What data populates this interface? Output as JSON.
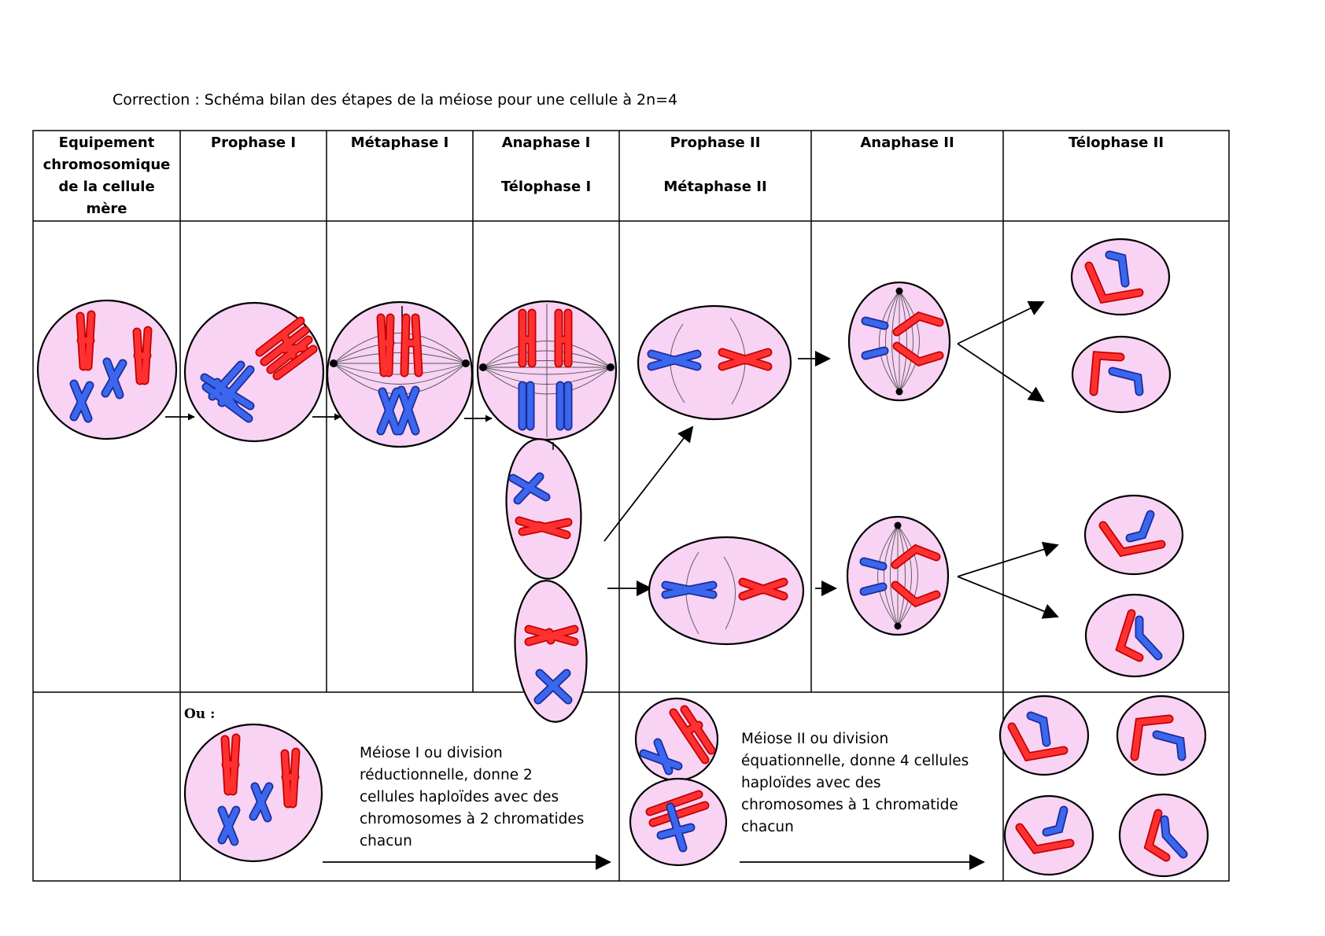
{
  "title": "Correction : Schéma bilan des étapes de la méiose pour une cellule à 2n=4",
  "headers": {
    "col1": [
      "Equipement",
      "chromosomique",
      "de la cellule",
      "mère"
    ],
    "col2": [
      "Prophase I"
    ],
    "col3": [
      "Métaphase I"
    ],
    "col4": [
      "Anaphase I",
      "",
      "Télophase I"
    ],
    "col5": [
      "Prophase II",
      "",
      "Métaphase II"
    ],
    "col6": [
      "Anaphase II"
    ],
    "col7": [
      "Télophase II"
    ]
  },
  "ou_label": "Ou :",
  "meiose1": [
    "Méiose I ou division",
    "réductionnelle, donne 2",
    "cellules haploïdes avec des",
    "chromosomes à 2 chromatides",
    "chacun"
  ],
  "meiose2": [
    "Méiose II ou division",
    "équationnelle, donne 4 cellules",
    "haploïdes avec des",
    "chromosomes à 1 chromatide",
    "chacun"
  ],
  "colors": {
    "cell": "#f8d3f4",
    "red": "#ff3030",
    "red_outline": "#c20000",
    "blue": "#3b66ee",
    "blue_outline": "#1a2d9a"
  }
}
